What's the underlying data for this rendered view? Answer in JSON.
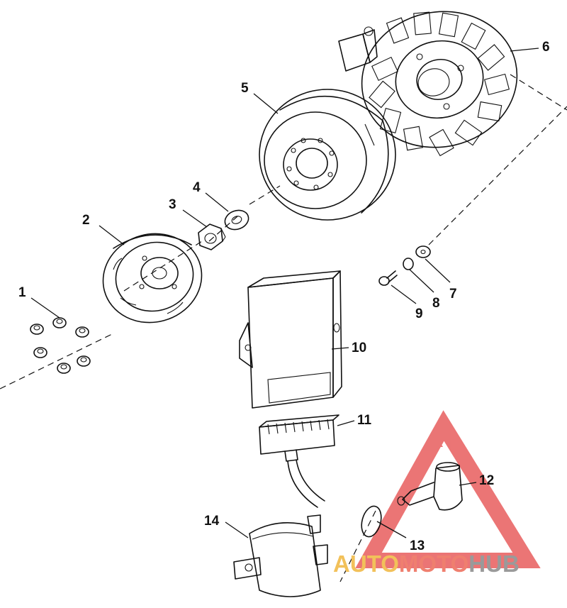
{
  "callouts": {
    "c1": "1",
    "c2": "2",
    "c3": "3",
    "c4": "4",
    "c5": "5",
    "c6": "6",
    "c7": "7",
    "c8": "8",
    "c9": "9",
    "c10": "10",
    "c11": "11",
    "c12": "12",
    "c13": "13",
    "c14": "14"
  },
  "watermark": {
    "part1": "AUTO",
    "part2": "MOTO",
    "part3": "HUB",
    "color_auto": "#f2c15a",
    "color_moto": "#ef7f6f",
    "color_hub": "#9a9a9a",
    "triangle_color": "#e23b3b"
  }
}
